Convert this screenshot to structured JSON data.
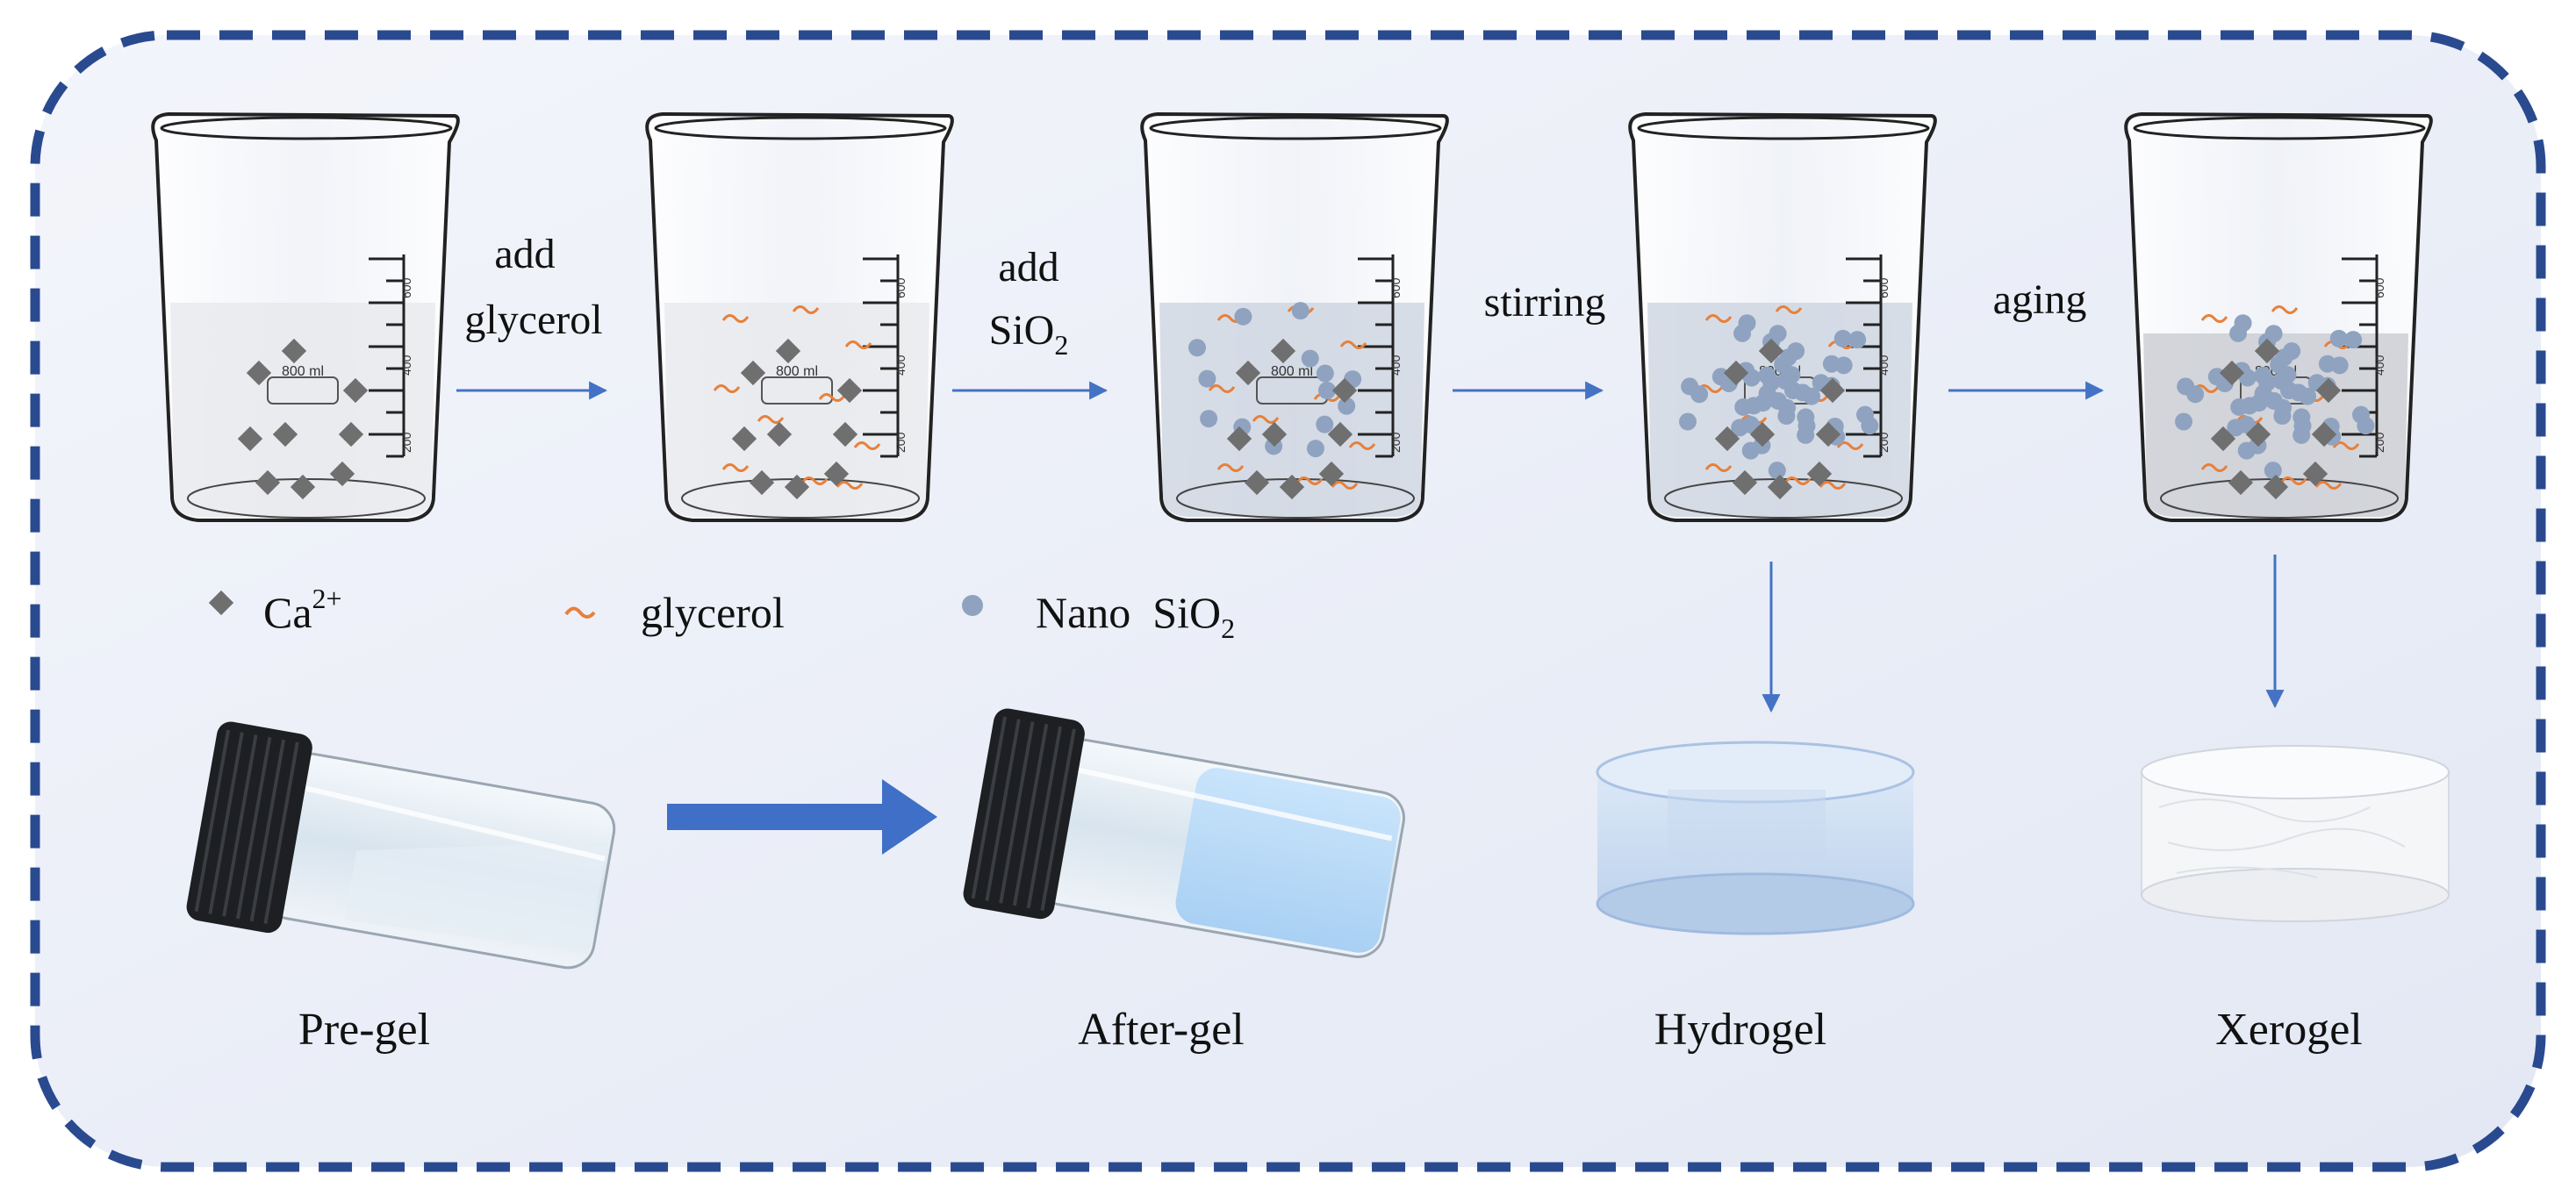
{
  "steps": [
    {
      "arrow_label_1": "add",
      "arrow_label_2": "glycerol"
    },
    {
      "arrow_label_1": "add",
      "arrow_label_2_main": "SiO",
      "arrow_label_2_sub": "2"
    },
    {
      "arrow_label_1": "stirring"
    },
    {
      "arrow_label_1": "aging"
    }
  ],
  "beaker": {
    "volume_label": "800 ml",
    "scale_ticks": [
      "600",
      "400",
      "200"
    ]
  },
  "legend": {
    "ca": {
      "main": "Ca",
      "sup": "2+"
    },
    "glycerol": "glycerol",
    "sio2": {
      "main": "Nano  SiO",
      "sub": "2"
    }
  },
  "products": {
    "pre_gel": "Pre-gel",
    "after_gel": "After-gel",
    "hydrogel": "Hydrogel",
    "xerogel": "Xerogel"
  },
  "colors": {
    "border": "#2a4a8f",
    "panel_bg": "#e9edf7",
    "arrow": "#4472c4",
    "diamond": "#6f6f6f",
    "glycerol": "#e8803a",
    "sio2": "#8fa3c0",
    "big_arrow": "#3f6fc6"
  }
}
